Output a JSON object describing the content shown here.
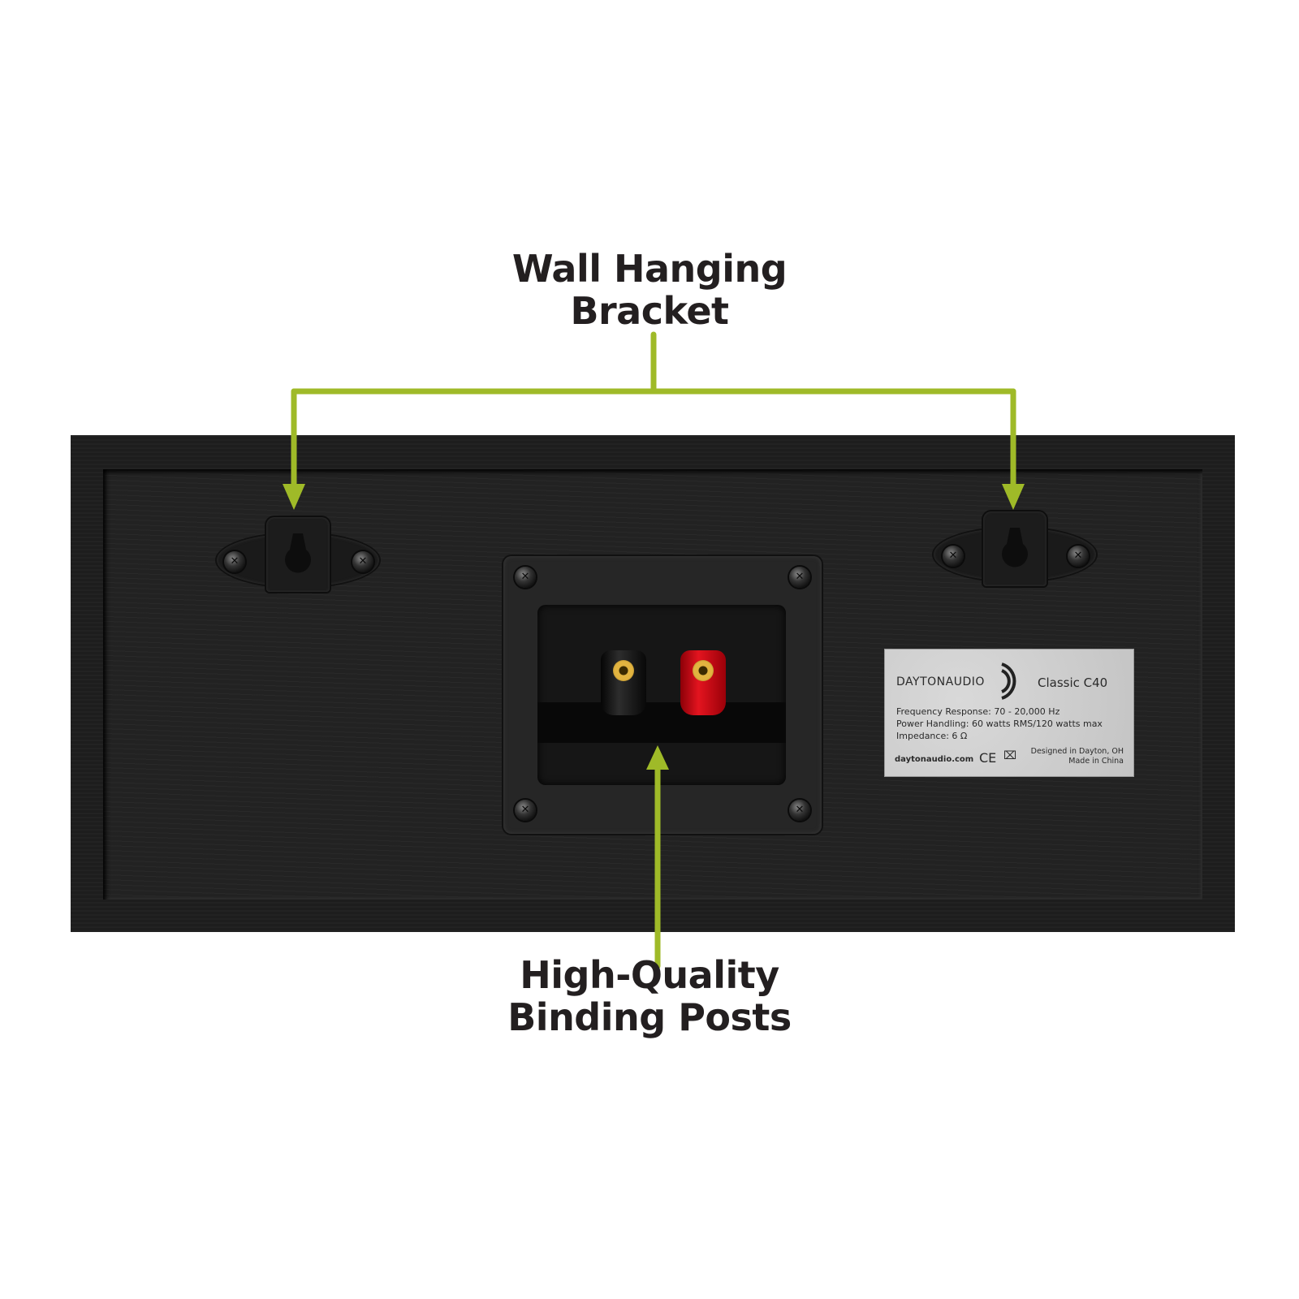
{
  "callouts": {
    "top": {
      "line1": "Wall Hanging",
      "line2": "Bracket"
    },
    "bottom": {
      "line1": "High-Quality",
      "line2": "Binding Posts"
    }
  },
  "colors": {
    "arrow": "#9fba28",
    "text": "#231f20",
    "cabinet": "#1d1d1d",
    "post_positive": "#d8121c",
    "post_negative": "#111111",
    "label_plate": "#cfcfcf"
  },
  "label_plate": {
    "brand": "DAYTONAUDIO",
    "model": "Classic C40",
    "specs": [
      "Frequency Response:  70 - 20,000 Hz",
      "Power Handling:  60 watts RMS/120 watts max",
      "Impedance:  6 Ω"
    ],
    "website": "daytonaudio.com",
    "ce_mark": "CE",
    "weee_icon": "⌧",
    "origin_line1": "Designed in Dayton, OH",
    "origin_line2": "Made in China"
  }
}
